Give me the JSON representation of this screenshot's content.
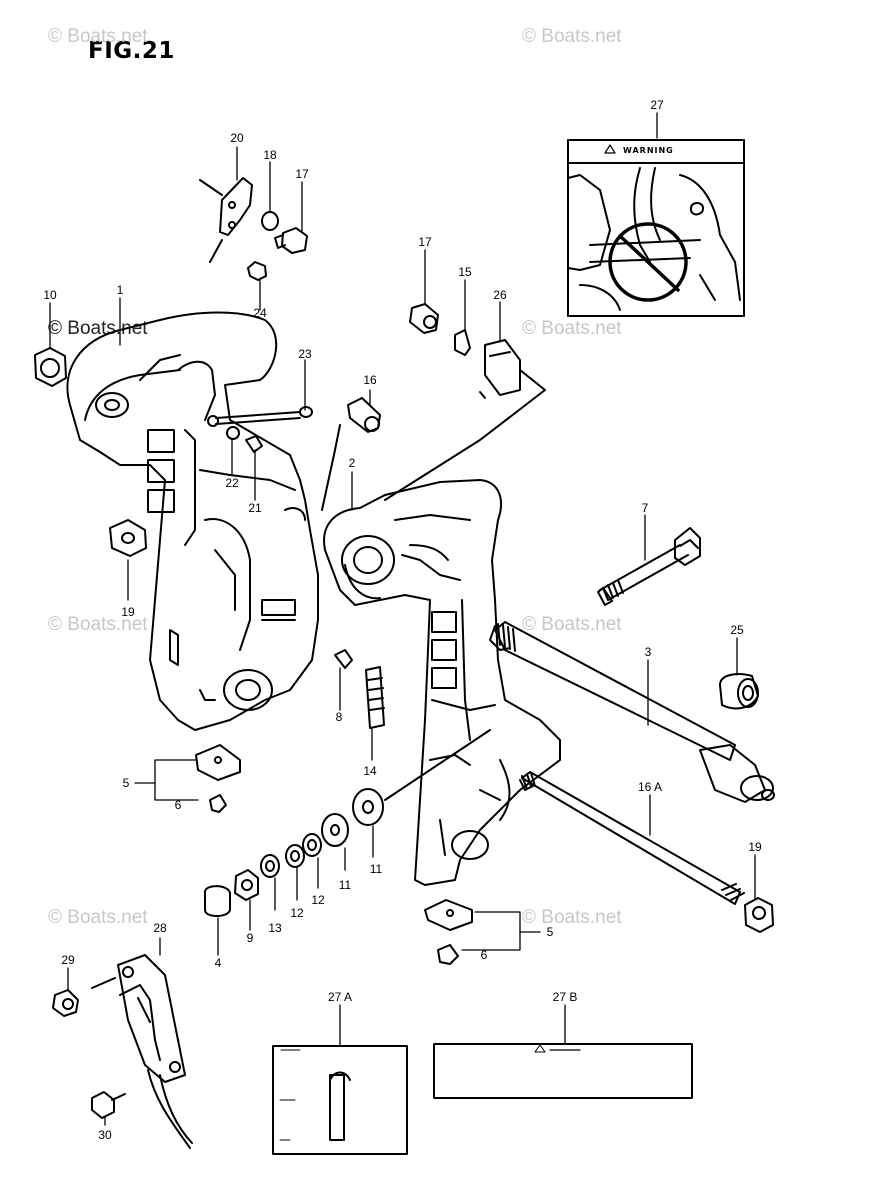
{
  "figure": {
    "title": "FIG.21"
  },
  "watermark": {
    "text": "© Boats.net"
  },
  "labels": {
    "p1": "1",
    "p2": "2",
    "p3": "3",
    "p4": "4",
    "p5a": "5",
    "p5b": "5",
    "p6a": "6",
    "p6b": "6",
    "p7": "7",
    "p8": "8",
    "p9": "9",
    "p10": "10",
    "p11a": "11",
    "p11b": "11",
    "p12a": "12",
    "p12b": "12",
    "p13": "13",
    "p14": "14",
    "p15": "15",
    "p16": "16",
    "p16a": "16 A",
    "p17a": "17",
    "p17b": "17",
    "p18": "18",
    "p19a": "19",
    "p19b": "19",
    "p20": "20",
    "p21": "21",
    "p22": "22",
    "p23": "23",
    "p24": "24",
    "p25": "25",
    "p26": "26",
    "p27": "27",
    "p27a": "27 A",
    "p27b": "27 B",
    "p28": "28",
    "p29": "29",
    "p30": "30"
  },
  "decals": {
    "warning_27": "WARNING"
  }
}
